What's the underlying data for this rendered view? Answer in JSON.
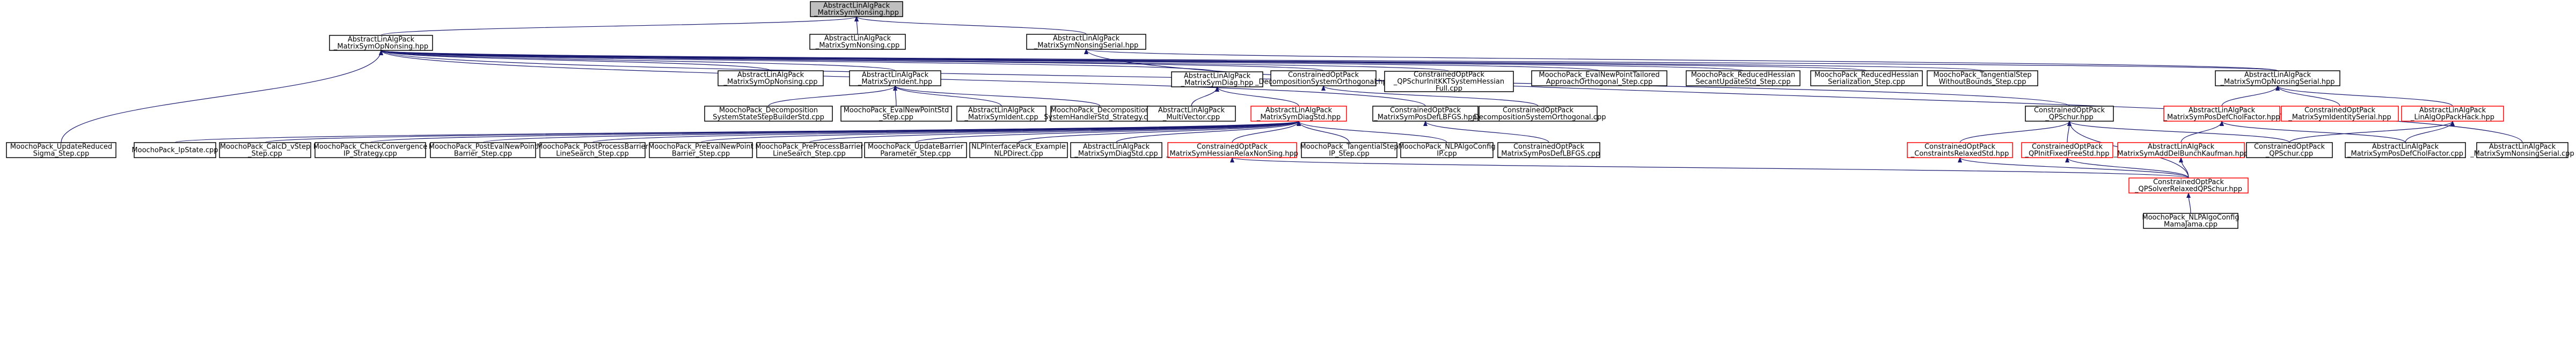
{
  "title": "",
  "nodes": [
    {
      "id": "root",
      "lines": [
        "AbstractLinAlgPack",
        "_MatrixSymNonsing.hpp"
      ],
      "style": "root"
    },
    {
      "id": "symopnonsing_h",
      "lines": [
        "AbstractLinAlgPack",
        "_MatrixSymOpNonsing.hpp"
      ],
      "style": "black"
    },
    {
      "id": "symnonsing_cpp",
      "lines": [
        "AbstractLinAlgPack",
        "_MatrixSymNonsing.cpp"
      ],
      "style": "black"
    },
    {
      "id": "symnonsingserial_h",
      "lines": [
        "AbstractLinAlgPack",
        "_MatrixSymNonsingSerial.hpp"
      ],
      "style": "black"
    },
    {
      "id": "symopnonsing_cpp",
      "lines": [
        "AbstractLinAlgPack",
        "_MatrixSymOpNonsing.cpp"
      ],
      "style": "black"
    },
    {
      "id": "symident_h",
      "lines": [
        "AbstractLinAlgPack",
        "_MatrixSymIdent.hpp"
      ],
      "style": "black"
    },
    {
      "id": "symdiag_h",
      "lines": [
        "AbstractLinAlgPack",
        "_MatrixSymDiag.hpp"
      ],
      "style": "black"
    },
    {
      "id": "decomprangeortho_h",
      "lines": [
        "ConstrainedOptPack",
        "_DecompositionSystemOrthogonal.hpp"
      ],
      "style": "black"
    },
    {
      "id": "qpschurinitkkt",
      "lines": [
        "ConstrainedOptPack",
        "_QPSchurInitKKTSystemHessian",
        "Full.cpp"
      ],
      "style": "black"
    },
    {
      "id": "evalnewpointtailored",
      "lines": [
        "MoochoPack_EvalNewPointTailored",
        "ApproachOrthogonal_Step.cpp"
      ],
      "style": "black"
    },
    {
      "id": "reducedhessiansecant",
      "lines": [
        "MoochoPack_ReducedHessian",
        "SecantUpdateStd_Step.cpp"
      ],
      "style": "black"
    },
    {
      "id": "reducedhessianserial",
      "lines": [
        "MoochoPack_ReducedHessian",
        "Serialization_Step.cpp"
      ],
      "style": "black"
    },
    {
      "id": "tangentialstep",
      "lines": [
        "MoochoPack_TangentialStep",
        "WithoutBounds_Step.cpp"
      ],
      "style": "black"
    },
    {
      "id": "symopnonsingserial_h",
      "lines": [
        "AbstractLinAlgPack",
        "_MatrixSymOpNonsingSerial.hpp"
      ],
      "style": "black"
    },
    {
      "id": "decompsysstate",
      "lines": [
        "MoochoPack_Decomposition",
        "SystemStateStepBuilderStd.cpp"
      ],
      "style": "black"
    },
    {
      "id": "evalnewpointstd",
      "lines": [
        "MoochoPack_EvalNewPointStd",
        "_Step.cpp"
      ],
      "style": "black"
    },
    {
      "id": "symident_cpp",
      "lines": [
        "AbstractLinAlgPack",
        "_MatrixSymIdent.cpp"
      ],
      "style": "black"
    },
    {
      "id": "decompsyshandler",
      "lines": [
        "MoochoPack_Decomposition",
        "SystemHandlerStd_Strategy.cpp"
      ],
      "style": "black"
    },
    {
      "id": "multivector",
      "lines": [
        "AbstractLinAlgPack",
        "_MultiVector.cpp"
      ],
      "style": "black"
    },
    {
      "id": "symdiagstd_h",
      "lines": [
        "AbstractLinAlgPack",
        "_MatrixSymDiagStd.hpp"
      ],
      "style": "red"
    },
    {
      "id": "sympossef_lbfgs_h",
      "lines": [
        "ConstrainedOptPack",
        "_MatrixSymPosDefLBFGS.hpp"
      ],
      "style": "black"
    },
    {
      "id": "decompsysortho_cpp",
      "lines": [
        "ConstrainedOptPack",
        "_DecompositionSystemOrthogonal.cpp"
      ],
      "style": "black"
    },
    {
      "id": "qpschur_h",
      "lines": [
        "ConstrainedOptPack",
        "_QPSchur.hpp"
      ],
      "style": "black"
    },
    {
      "id": "symposdefcholfactor_h",
      "lines": [
        "AbstractLinAlgPack",
        "_MatrixSymPosDefCholFactor.hpp"
      ],
      "style": "red"
    },
    {
      "id": "symidentityserial",
      "lines": [
        "ConstrainedOptPack",
        "_MatrixSymIdentitySerial.hpp"
      ],
      "style": "red"
    },
    {
      "id": "symaddelhack",
      "lines": [
        "AbstractLinAlgPack",
        "_LinAlgOpPackHack.hpp"
      ],
      "style": "red"
    },
    {
      "id": "updatereducedsigma",
      "lines": [
        "MoochoPack_UpdateReduced",
        "Sigma_Step.cpp"
      ],
      "style": "black"
    },
    {
      "id": "ipstate",
      "lines": [
        "MoochoPack_IpState.cpp"
      ],
      "style": "black"
    },
    {
      "id": "calcd_vstep",
      "lines": [
        "MoochoPack_CalcD_vStep",
        "_Step.cpp"
      ],
      "style": "black"
    },
    {
      "id": "checkconvergence",
      "lines": [
        "MoochoPack_CheckConvergence",
        "IP_Strategy.cpp"
      ],
      "style": "black"
    },
    {
      "id": "posteval",
      "lines": [
        "MoochoPack_PostEvalNewPoint",
        "Barrier_Step.cpp"
      ],
      "style": "black"
    },
    {
      "id": "postprocess",
      "lines": [
        "MoochoPack_PostProcessBarrier",
        "LineSearch_Step.cpp"
      ],
      "style": "black"
    },
    {
      "id": "preeval",
      "lines": [
        "MoochoPack_PreEvalNewPoint",
        "Barrier_Step.cpp"
      ],
      "style": "black"
    },
    {
      "id": "preprocess",
      "lines": [
        "MoochoPack_PreProcessBarrier",
        "LineSearch_Step.cpp"
      ],
      "style": "black"
    },
    {
      "id": "updatebarrier",
      "lines": [
        "MoochoPack_UpdateBarrier",
        "Parameter_Step.cpp"
      ],
      "style": "black"
    },
    {
      "id": "nlpinterface",
      "lines": [
        "NLPInterfacePack_Example",
        "NLPDirect.cpp"
      ],
      "style": "black"
    },
    {
      "id": "symdiagstd_cpp",
      "lines": [
        "AbstractLinAlgPack",
        "_MatrixSymDiagStd.cpp"
      ],
      "style": "black"
    },
    {
      "id": "hessianrelaxnonsing",
      "lines": [
        "ConstrainedOptPack",
        "_MatrixSymHessianRelaxNonSing.hpp"
      ],
      "style": "red"
    },
    {
      "id": "tangentialstepip",
      "lines": [
        "MoochoPack_TangentialStep",
        "IP_Step.cpp"
      ],
      "style": "black"
    },
    {
      "id": "nlpalgoconfig_ip",
      "lines": [
        "MoochoPack_NLPAlgoConfig",
        "IP.cpp"
      ],
      "style": "black"
    },
    {
      "id": "sympossef_lbfgs_cpp",
      "lines": [
        "ConstrainedOptPack",
        "_MatrixSymPosDefLBFGS.cpp"
      ],
      "style": "black"
    },
    {
      "id": "constraintsrelaxed",
      "lines": [
        "ConstrainedOptPack",
        "_ConstraintsRelaxedStd.hpp"
      ],
      "style": "red"
    },
    {
      "id": "qpinitfixedfree",
      "lines": [
        "ConstrainedOptPack",
        "_QPInitFixedFreeStd.hpp"
      ],
      "style": "red"
    },
    {
      "id": "symaddeldel",
      "lines": [
        "AbstractLinAlgPack",
        "_MatrixSymAddDelBunchKaufman.hpp"
      ],
      "style": "red"
    },
    {
      "id": "qpschur_cpp",
      "lines": [
        "ConstrainedOptPack",
        "_QPSchur.cpp"
      ],
      "style": "black"
    },
    {
      "id": "symposdefcholfactor_cpp",
      "lines": [
        "AbstractLinAlgPack",
        "_MatrixSymPosDefCholFactor.cpp"
      ],
      "style": "black"
    },
    {
      "id": "symnonsingserial_cpp",
      "lines": [
        "AbstractLinAlgPack",
        "_MatrixSymNonsingSerial.cpp"
      ],
      "style": "black"
    },
    {
      "id": "qpsolverelaxed",
      "lines": [
        "ConstrainedOptPack",
        "_QPSolverRelaxedQPSchur.hpp"
      ],
      "style": "red"
    },
    {
      "id": "nlpalgoconfigmama",
      "lines": [
        "MoochoPack_NLPAlgoConfig",
        "MamaJama.cpp"
      ],
      "style": "black"
    }
  ],
  "edges": [
    [
      "symopnonsing_h",
      "root"
    ],
    [
      "symnonsing_cpp",
      "root"
    ],
    [
      "symnonsingserial_h",
      "root"
    ],
    [
      "symopnonsing_cpp",
      "symopnonsing_h"
    ],
    [
      "symident_h",
      "symopnonsing_h"
    ],
    [
      "symdiag_h",
      "symopnonsing_h"
    ],
    [
      "decomprangeortho_h",
      "symopnonsing_h"
    ],
    [
      "qpschurinitkkt",
      "symopnonsing_h"
    ],
    [
      "evalnewpointtailored",
      "symopnonsing_h"
    ],
    [
      "reducedhessiansecant",
      "symopnonsing_h"
    ],
    [
      "reducedhessianserial",
      "symopnonsing_h"
    ],
    [
      "tangentialstep",
      "symopnonsing_h"
    ],
    [
      "symopnonsingserial_h",
      "symopnonsing_h"
    ],
    [
      "symopnonsingserial_h",
      "symnonsingserial_h"
    ],
    [
      "symnonsingserial_cpp",
      "symnonsingserial_h"
    ],
    [
      "decompsysstate",
      "symident_h"
    ],
    [
      "evalnewpointstd",
      "symident_h"
    ],
    [
      "symident_cpp",
      "symident_h"
    ],
    [
      "decompsyshandler",
      "symident_h"
    ],
    [
      "multivector",
      "symdiag_h"
    ],
    [
      "symdiagstd_h",
      "symdiag_h"
    ],
    [
      "sympossef_lbfgs_h",
      "symopnonsing_h"
    ],
    [
      "decompsysortho_cpp",
      "decomprangeortho_h"
    ],
    [
      "qpschur_h",
      "symopnonsing_h"
    ],
    [
      "symposdefcholfactor_h",
      "symopnonsingserial_h"
    ],
    [
      "symidentityserial",
      "symopnonsingserial_h"
    ],
    [
      "symaddelhack",
      "symopnonsingserial_h"
    ],
    [
      "updatereducedsigma",
      "symopnonsing_h"
    ],
    [
      "ipstate",
      "symdiagstd_h"
    ],
    [
      "calcd_vstep",
      "symdiagstd_h"
    ],
    [
      "checkconvergence",
      "symdiagstd_h"
    ],
    [
      "posteval",
      "symdiagstd_h"
    ],
    [
      "postprocess",
      "symdiagstd_h"
    ],
    [
      "preeval",
      "symdiagstd_h"
    ],
    [
      "preprocess",
      "symdiagstd_h"
    ],
    [
      "updatebarrier",
      "symdiagstd_h"
    ],
    [
      "nlpinterface",
      "symdiagstd_h"
    ],
    [
      "symdiagstd_cpp",
      "symdiagstd_h"
    ],
    [
      "hessianrelaxnonsing",
      "symdiagstd_h"
    ],
    [
      "tangentialstepip",
      "symdiagstd_h"
    ],
    [
      "nlpalgoconfig_ip",
      "symdiagstd_h"
    ],
    [
      "sympossef_lbfgs_cpp",
      "sympossef_lbfgs_h"
    ],
    [
      "constraintsrelaxed",
      "qpschur_h"
    ],
    [
      "qpinitfixedfree",
      "qpschur_h"
    ],
    [
      "qpschur_cpp",
      "qpschur_h"
    ],
    [
      "qpsolverelaxed",
      "qpschur_h"
    ],
    [
      "symaddeldel",
      "symposdefcholfactor_h"
    ],
    [
      "symposdefcholfactor_cpp",
      "symposdefcholfactor_h"
    ],
    [
      "qpschur_cpp",
      "symaddelhack"
    ],
    [
      "symposdefcholfactor_cpp",
      "symaddelhack"
    ],
    [
      "qpsolverelaxed",
      "constraintsrelaxed"
    ],
    [
      "qpsolverelaxed",
      "qpinitfixedfree"
    ],
    [
      "qpsolverelaxed",
      "symaddeldel"
    ],
    [
      "qpsolverelaxed",
      "hessianrelaxnonsing"
    ],
    [
      "nlpalgoconfigmama",
      "qpsolverelaxed"
    ]
  ]
}
